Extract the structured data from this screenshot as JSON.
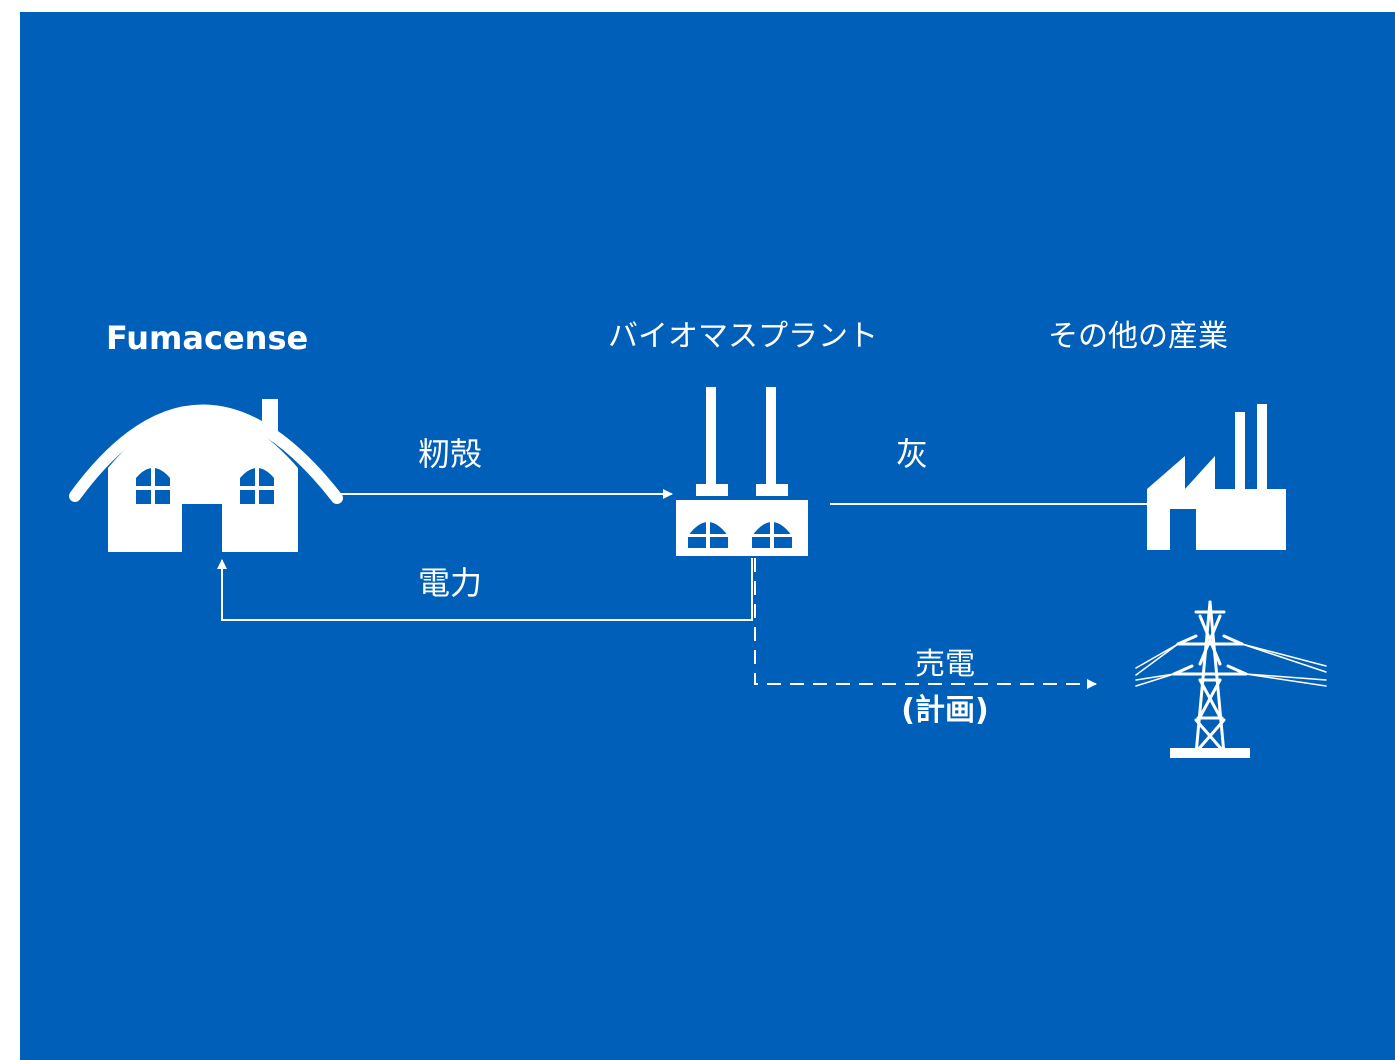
{
  "nodes": {
    "fumacense": {
      "label": "Fumacense",
      "icon": "house-icon"
    },
    "biomass_plant": {
      "label": "バイオマスプラント",
      "icon": "plant-icon"
    },
    "other_industry": {
      "label": "その他の産業",
      "icon": "factory-icon"
    },
    "grid": {
      "icon": "transmission-tower-icon"
    }
  },
  "flows": {
    "rice_husk": {
      "label": "籾殻"
    },
    "ash": {
      "label": "灰"
    },
    "electricity": {
      "label": "電力"
    },
    "power_sale": {
      "label": "売電",
      "sublabel": "(計画)",
      "style": "dashed"
    }
  },
  "colors": {
    "background": "#005fb8",
    "foreground": "#ffffff"
  }
}
